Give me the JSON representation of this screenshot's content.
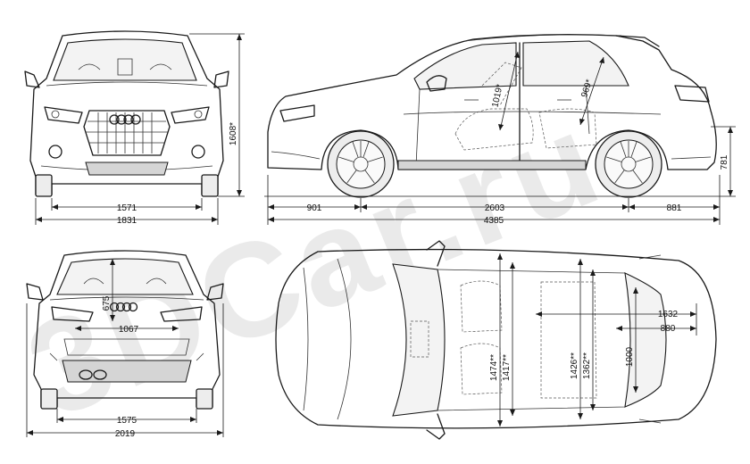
{
  "watermark": "3DCar.ru",
  "front_view": {
    "width_dim": "1571",
    "overall_width_dim": "1831",
    "height_dim": "1608*",
    "badge": "Audi rings"
  },
  "side_view": {
    "front_overhang_dim": "901",
    "wheelbase_dim": "2603",
    "rear_overhang_dim": "881",
    "overall_length_dim": "4385",
    "front_headroom_dim": "1019*",
    "rear_headroom_dim": "969*",
    "load_height_dim": "781"
  },
  "rear_view": {
    "tailgate_opening_height_dim": "675",
    "tailgate_opening_width_dim": "1067",
    "width_dim": "1575",
    "width_with_mirrors_dim": "2019"
  },
  "top_view": {
    "front_elbow_width_dim": "1474**",
    "front_shoulder_width_dim": "1417**",
    "rear_elbow_width_dim": "1426**",
    "rear_shoulder_width_dim": "1362**",
    "load_floor_length_dim": "1632",
    "load_floor_length_rear_dim": "880",
    "load_width_dim": "1000"
  }
}
